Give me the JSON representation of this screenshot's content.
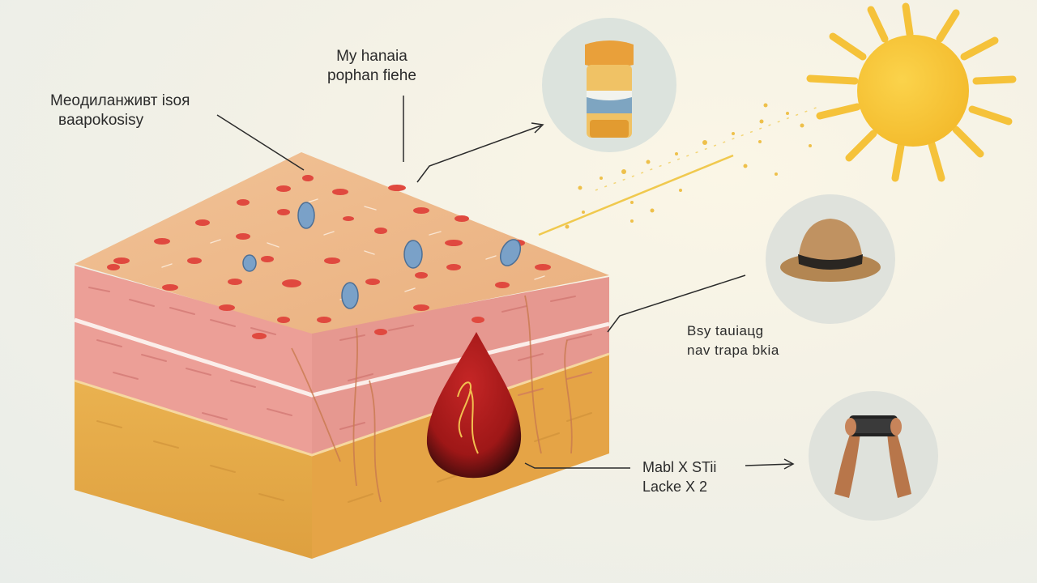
{
  "colors": {
    "epidermis": "#efb88c",
    "dermis": "#ec9c95",
    "subcutis": "#e8ad48",
    "melanin_spot": "#e0493f",
    "cell": "#7aa1c8",
    "blood_drop": "#b81c1c",
    "sun": "#f7c73a",
    "ink": "#2b2b2b"
  },
  "callouts": {
    "moisturizer": {
      "line1": "Meoдиланживт isoя",
      "line2": "вaapokosisy"
    },
    "pollution": {
      "line1": "My hanaia",
      "line2": "poрhan fiehe"
    },
    "hat": {
      "line1": "Bsy tauiaцg",
      "line2": "nav trapa bkia"
    },
    "screen": {
      "line1": "Mabl X STii",
      "line2": "Lacke X 2"
    }
  },
  "icons": {
    "sunscreen": "sunscreen-bottle-icon",
    "hat": "sun-hat-icon",
    "phone": "phone-in-hands-icon",
    "sun": "sun-icon"
  }
}
